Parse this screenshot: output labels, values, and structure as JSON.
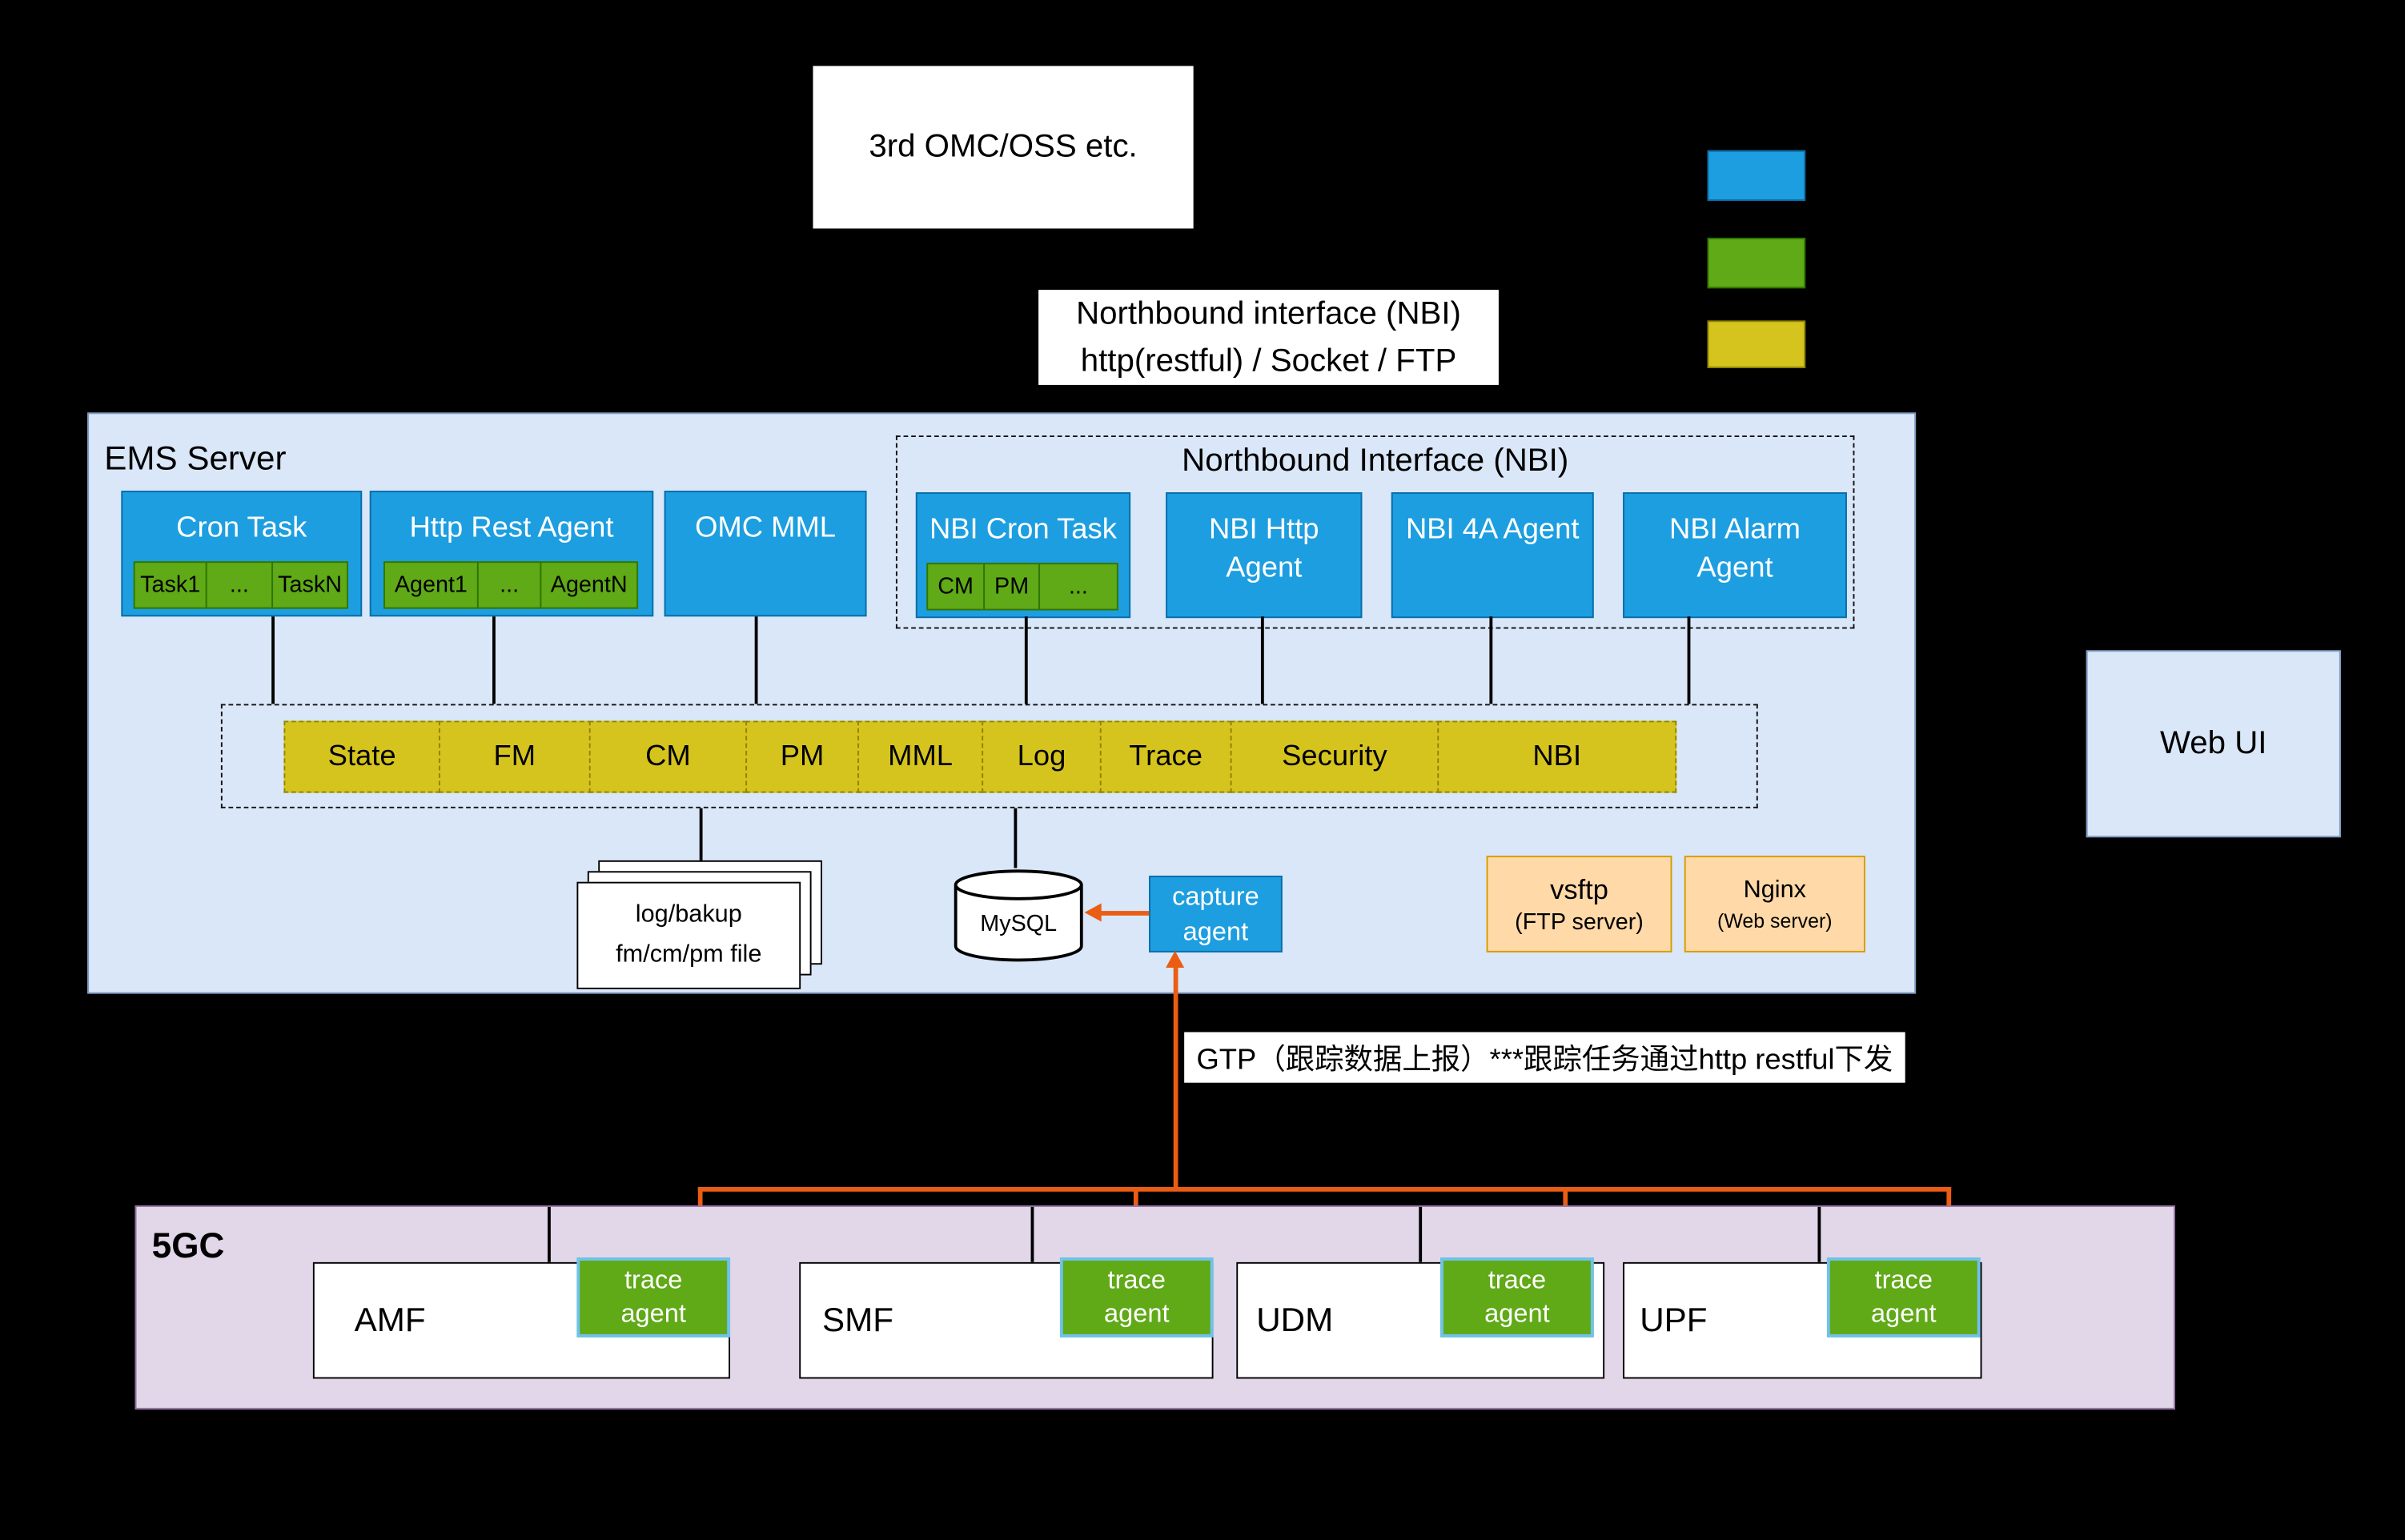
{
  "external": {
    "omc_title": "3rd OMC/OSS etc.",
    "nbi_line1": "Northbound interface (NBI)",
    "nbi_line2": "http(restful) / Socket / FTP",
    "web_ui": "Web UI",
    "gtp_note": "GTP（跟踪数据上报）***跟踪任务通过http restful下发"
  },
  "legend": {
    "blue": "#1d9ee0",
    "green": "#60a917",
    "yellow": "#d6c41e"
  },
  "ems": {
    "title": "EMS Server",
    "nbi_group_title": "Northbound Interface (NBI)",
    "cron_task": {
      "title": "Cron Task",
      "items": [
        "Task1",
        "...",
        "TaskN"
      ]
    },
    "http_rest_agent": {
      "title": "Http Rest Agent",
      "items": [
        "Agent1",
        "...",
        "AgentN"
      ]
    },
    "omc_mml": {
      "title": "OMC MML"
    },
    "nbi_cron_task": {
      "title": "NBI Cron Task",
      "items": [
        "CM",
        "PM",
        "..."
      ]
    },
    "nbi_http_agent": {
      "title": "NBI Http Agent"
    },
    "nbi_4a_agent": {
      "title": "NBI 4A Agent"
    },
    "nbi_alarm_agent": {
      "title": "NBI Alarm Agent"
    },
    "modules": [
      "State",
      "FM",
      "CM",
      "PM",
      "MML",
      "Log",
      "Trace",
      "Security",
      "NBI"
    ],
    "files": {
      "line1": "log/bakup",
      "line2": "fm/cm/pm file"
    },
    "database": "MySQL",
    "capture_agent": {
      "line1": "capture",
      "line2": "agent"
    },
    "vsftp": {
      "line1": "vsftp",
      "line2": "(FTP server)"
    },
    "nginx": {
      "line1": "Nginx",
      "line2": "(Web server)"
    }
  },
  "core": {
    "title": "5GC",
    "trace_agent": {
      "line1": "trace",
      "line2": "agent"
    },
    "functions": [
      "AMF",
      "SMF",
      "UDM",
      "UPF"
    ]
  }
}
